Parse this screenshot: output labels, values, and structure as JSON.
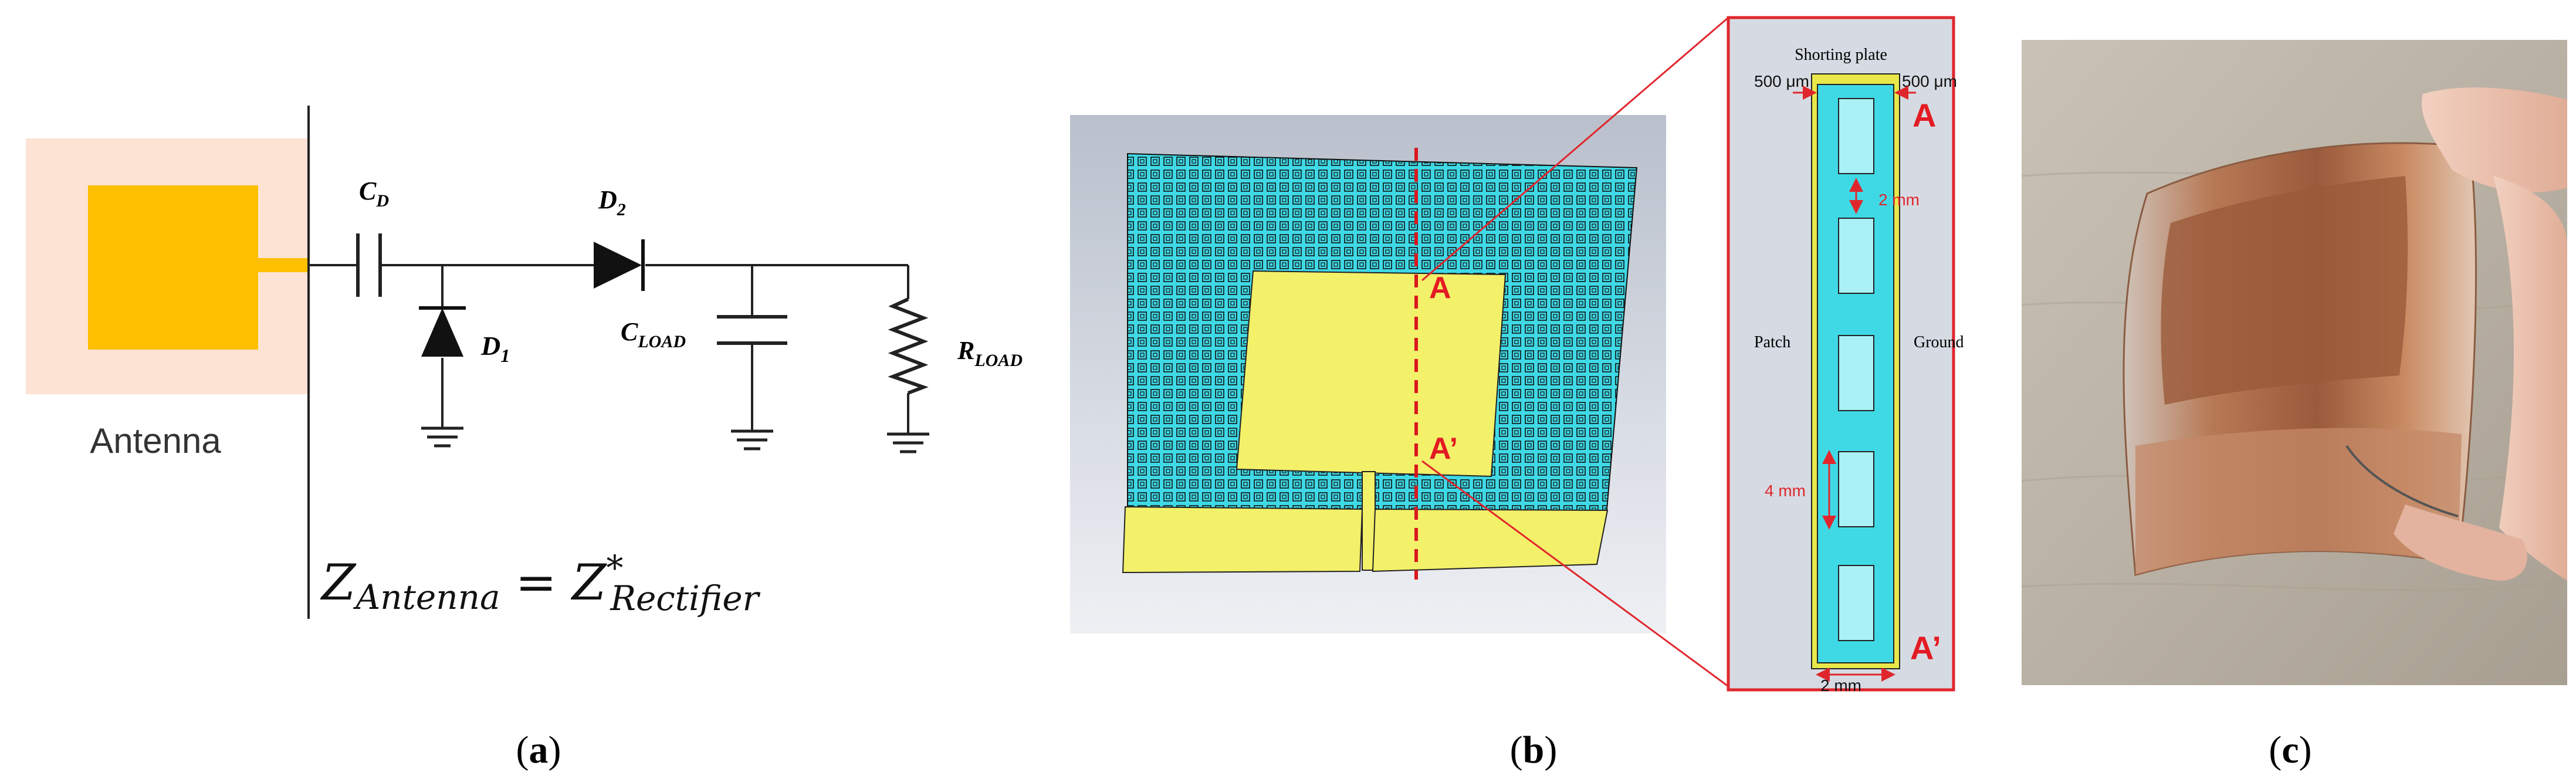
{
  "panel_a": {
    "antenna_label": "Antenna",
    "cd_main": "C",
    "cd_sub": "D",
    "d1_main": "D",
    "d1_sub": "1",
    "d2_main": "D",
    "d2_sub": "2",
    "cload_main": "C",
    "cload_sub": "LOAD",
    "rload_main": "R",
    "rload_sub": "LOAD",
    "eq_lhs_main": "Z",
    "eq_lhs_sub": "Antenna",
    "eq_equals": "=",
    "eq_rhs_main": "Z",
    "eq_rhs_sup": "*",
    "eq_rhs_sub": "Rectifier",
    "caption_open": "(",
    "caption_letter": "a",
    "caption_close": ")"
  },
  "panel_b": {
    "label_A": "A",
    "label_A_prime": "A’",
    "zoom": {
      "title": "Shorting plate",
      "dim_left": "500 μm",
      "dim_right": "500 μm",
      "dim_gap": "2 mm",
      "dim_slot": "4 mm",
      "dim_width": "2 mm",
      "label_patch": "Patch",
      "label_ground": "Ground",
      "label_A": "A",
      "label_A_prime": "A’"
    },
    "caption_open": "(",
    "caption_letter": "b",
    "caption_close": ")"
  },
  "panel_c": {
    "caption_open": "(",
    "caption_letter": "c",
    "caption_close": ")"
  },
  "colors": {
    "antenna_bg": "#fde3d3",
    "antenna_patch": "#fdbf00",
    "metamaterial": "#3fd9e6",
    "patch_yellow": "#f3f06a",
    "cut_line": "#d8181e",
    "zoom_bg": "#d6dbe3",
    "zoom_border": "#e0262d"
  }
}
